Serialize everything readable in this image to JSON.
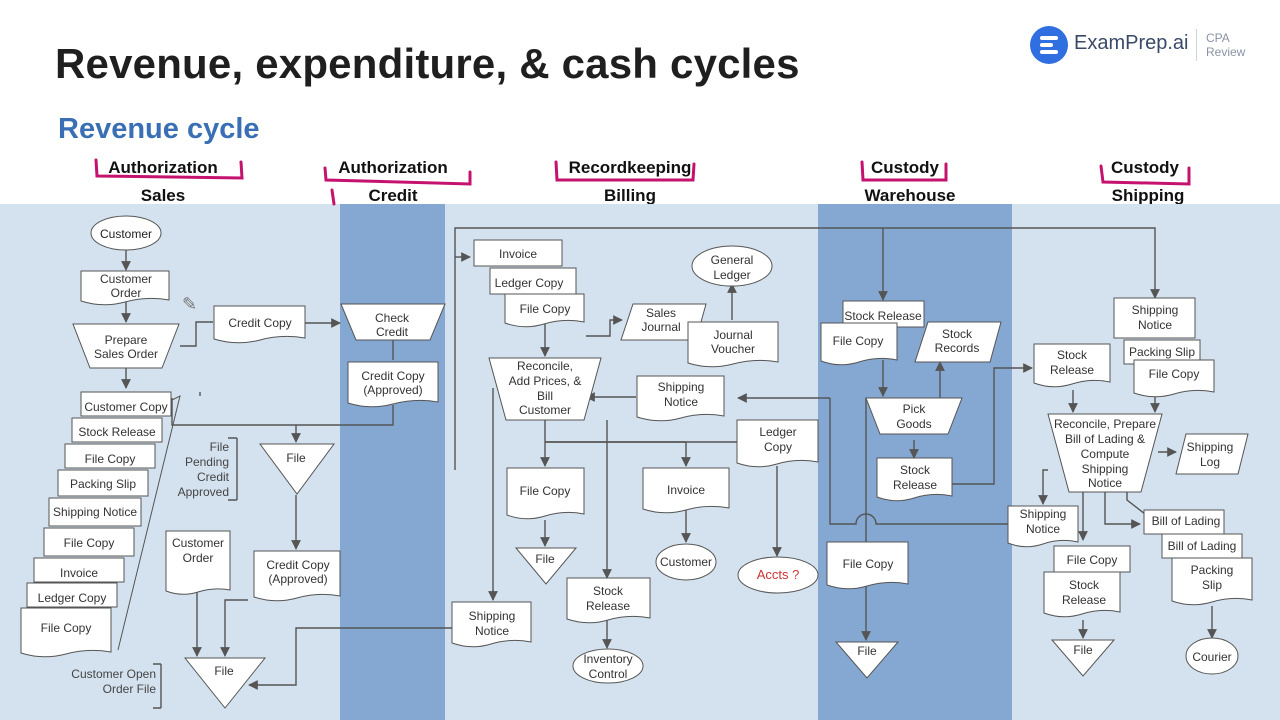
{
  "title": "Revenue, expenditure, & cash cycles",
  "subtitle": "Revenue cycle",
  "logo": {
    "name": "ExamPrep.ai",
    "tag_line1": "CPA",
    "tag_line2": "Review",
    "brand_color": "#2f6fe0"
  },
  "colors": {
    "lane_light": "#d4e2ef",
    "lane_dark": "#85a8d3",
    "annotation": "#c4126e",
    "line": "#555555"
  },
  "columns": [
    {
      "function": "Authorization",
      "department": "Sales"
    },
    {
      "function": "Authorization",
      "department": "Credit"
    },
    {
      "function": "Recordkeeping",
      "department": "Billing"
    },
    {
      "function": "Custody",
      "department": "Warehouse"
    },
    {
      "function": "Custody",
      "department": "Shipping"
    }
  ],
  "diagram": {
    "sales": {
      "customer": "Customer",
      "customer_order_1": "Customer",
      "customer_order_2": "Order",
      "prepare_1": "Prepare",
      "prepare_2": "Sales Order",
      "credit_copy": "Credit Copy",
      "stack": [
        "Customer Copy",
        "Stock Release",
        "File Copy",
        "Packing Slip",
        "Shipping Notice",
        "File Copy",
        "Invoice",
        "Ledger Copy",
        "File Copy"
      ],
      "pending_1": "File",
      "pending_2": "Pending",
      "pending_3": "Credit",
      "pending_4": "Approved",
      "pending_file": "File",
      "order2_1": "Customer",
      "order2_2": "Order",
      "credit_approved_1": "Credit Copy",
      "credit_approved_2": "(Approved)",
      "open_order_1": "Customer Open",
      "open_order_2": "Order  File",
      "open_order_file": "File"
    },
    "credit": {
      "check_1": "Check",
      "check_2": "Credit",
      "approved_1": "Credit Copy",
      "approved_2": "(Approved)"
    },
    "billing": {
      "invoice": "Invoice",
      "ledger_copy": "Ledger Copy",
      "file_copy": "File Copy",
      "sales_journal_1": "Sales",
      "sales_journal_2": "Journal",
      "general_ledger_1": "General",
      "general_ledger_2": "Ledger",
      "journal_voucher_1": "Journal",
      "journal_voucher_2": "Voucher",
      "reconcile_1": "Reconcile,",
      "reconcile_2": "Add Prices, &",
      "reconcile_3": "Bill",
      "reconcile_4": "Customer",
      "shipping_notice_1": "Shipping",
      "shipping_notice_2": "Notice",
      "ledger_copy2_1": "Ledger",
      "ledger_copy2_2": "Copy",
      "file_copy2": "File Copy",
      "file": "File",
      "invoice2": "Invoice",
      "customer": "Customer",
      "accts": "Accts ?",
      "stock_release_1": "Stock",
      "stock_release_2": "Release",
      "inventory_1": "Inventory",
      "inventory_2": "Control",
      "shipping_notice2_1": "Shipping",
      "shipping_notice2_2": "Notice"
    },
    "warehouse": {
      "stock_release": "Stock Release",
      "file_copy": "File Copy",
      "stock_records_1": "Stock",
      "stock_records_2": "Records",
      "pick_1": "Pick",
      "pick_2": "Goods",
      "stock_release2_1": "Stock",
      "stock_release2_2": "Release",
      "file_copy2": "File Copy",
      "file": "File"
    },
    "shipping": {
      "shipping_notice_1": "Shipping",
      "shipping_notice_2": "Notice",
      "packing_slip": "Packing Slip",
      "file_copy": "File Copy",
      "stock_release_1": "Stock",
      "stock_release_2": "Release",
      "reconcile_1": "Reconcile, Prepare",
      "reconcile_2": "Bill of Lading &",
      "reconcile_3": "Compute",
      "reconcile_4": "Shipping",
      "reconcile_5": "Notice",
      "shipping_log_1": "Shipping",
      "shipping_log_2": "Log",
      "shipping_notice2_1": "Shipping",
      "shipping_notice2_2": "Notice",
      "bol_1": "Bill of Lading",
      "bol_2": "Bill of Lading",
      "packing_slip2_1": "Packing",
      "packing_slip2_2": "Slip",
      "file_copy2": "File Copy",
      "stock_release2_1": "Stock",
      "stock_release2_2": "Release",
      "file": "File",
      "courier": "Courier"
    }
  }
}
